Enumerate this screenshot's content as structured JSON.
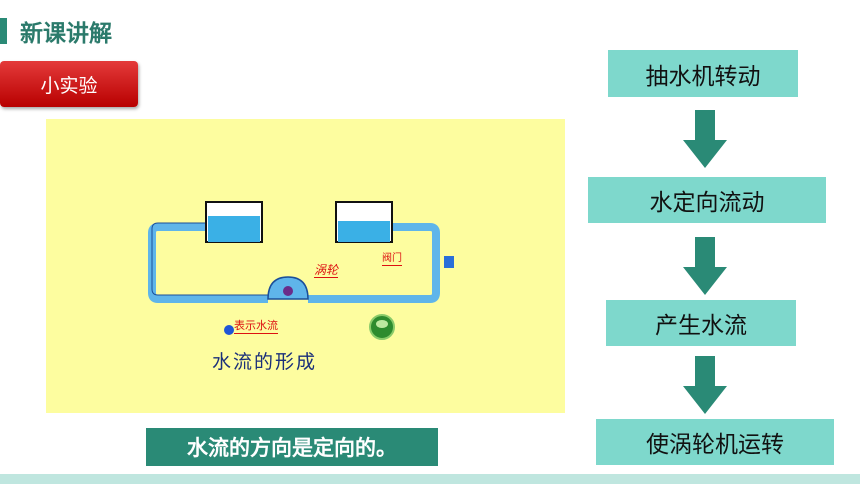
{
  "header": {
    "title": "新课讲解"
  },
  "experiment_button": {
    "label": "小实验"
  },
  "animation": {
    "wheel_label": "涡轮",
    "valve_label": "阀门",
    "legend_label": "表示水流",
    "caption": "水流的形成"
  },
  "summary": {
    "text": "水流的方向是定向的。"
  },
  "flow": {
    "steps": [
      "抽水机转动",
      "水定向流动",
      "产生水流",
      "使涡轮机运转"
    ]
  },
  "colors": {
    "accent": "#2a8a76",
    "box": "#7ed8cc",
    "button": "#c81010",
    "panel": "#fdfd9f"
  }
}
